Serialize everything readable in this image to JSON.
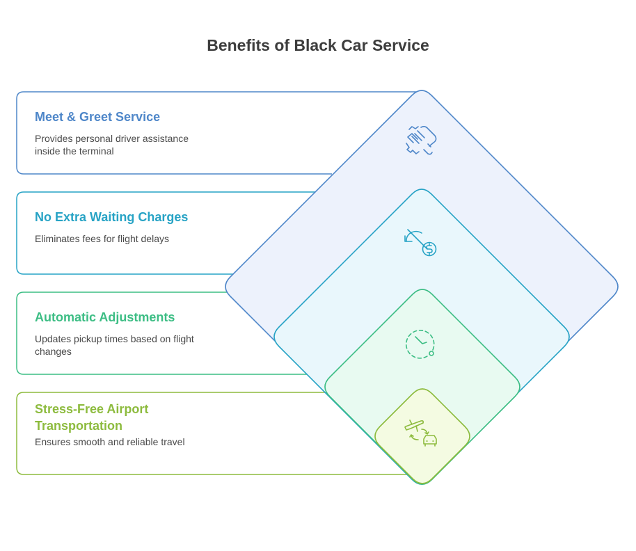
{
  "title": "Benefits of Black Car Service",
  "items": [
    {
      "heading": "Meet & Greet Service",
      "description": "Provides personal driver assistance inside the terminal",
      "color": "#4f87c9",
      "fill": "#edf2fc",
      "icon": "handshake-icon"
    },
    {
      "heading": "No Extra Waiting Charges",
      "description": "Eliminates fees for flight delays",
      "color": "#27a3c5",
      "fill": "#e9f7fc",
      "icon": "no-fee-icon"
    },
    {
      "heading": "Automatic Adjustments",
      "description": "Updates pickup times based on flight changes",
      "color": "#3cbd84",
      "fill": "#e8faf1",
      "icon": "clock-icon"
    },
    {
      "heading": "Stress-Free Airport Transportation",
      "description": "Ensures smooth and reliable travel",
      "color": "#8dbb3e",
      "fill": "#f4fbe2",
      "icon": "plane-car-icon"
    }
  ]
}
